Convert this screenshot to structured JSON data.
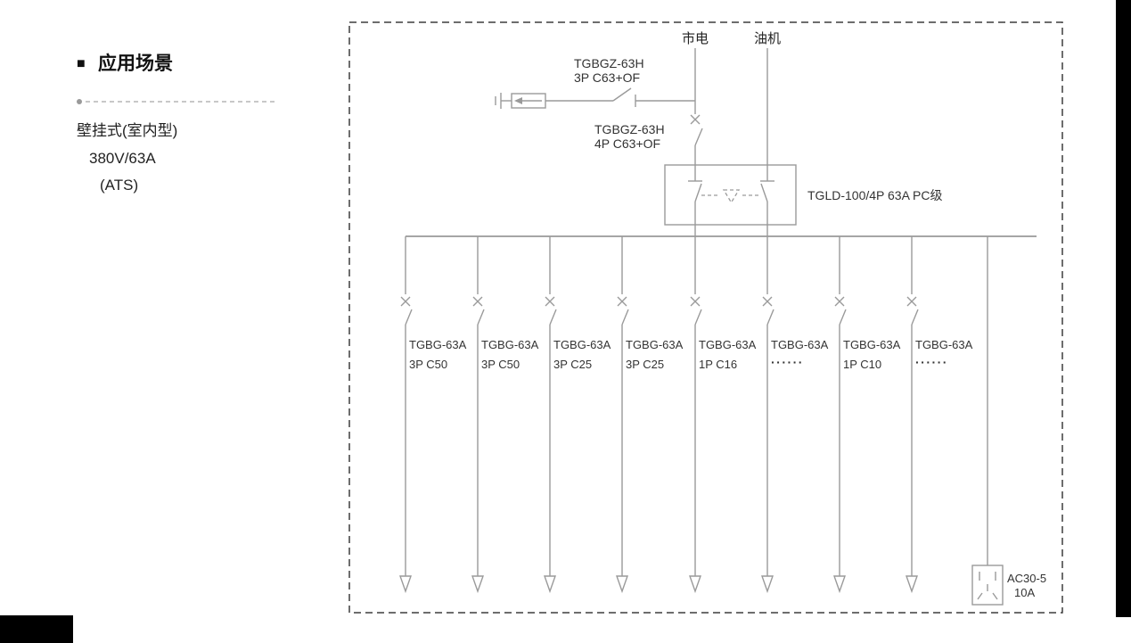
{
  "colors": {
    "background": "#ffffff",
    "diagram_line": "#9a9a9a",
    "text": "#333333",
    "title": "#111111",
    "border_dash": "#3d3d3d",
    "black_bar": "#000000"
  },
  "left_panel": {
    "bullet": "■",
    "title": "应用场景",
    "description_lines": [
      "壁挂式(室内型)",
      "380V/63A",
      "(ATS)"
    ]
  },
  "diagram": {
    "sources": {
      "mains": "市电",
      "generator": "油机"
    },
    "spd_breaker": {
      "model": "TGBGZ-63H",
      "spec": "3P C63+OF"
    },
    "main_breaker": {
      "model": "TGBGZ-63H",
      "spec": "4P C63+OF"
    },
    "transfer_switch_label": "TGLD-100/4P 63A PC级",
    "branches": [
      {
        "model": "TGBG-63A",
        "spec": "3P C50"
      },
      {
        "model": "TGBG-63A",
        "spec": "3P C50"
      },
      {
        "model": "TGBG-63A",
        "spec": "3P C25"
      },
      {
        "model": "TGBG-63A",
        "spec": "3P C25"
      },
      {
        "model": "TGBG-63A",
        "spec": "1P C16"
      },
      {
        "model": "TGBG-63A",
        "spec": "······"
      },
      {
        "model": "TGBG-63A",
        "spec": "1P C10"
      },
      {
        "model": "TGBG-63A",
        "spec": "······"
      }
    ],
    "socket": {
      "model": "AC30-5",
      "rating": "10A"
    }
  }
}
